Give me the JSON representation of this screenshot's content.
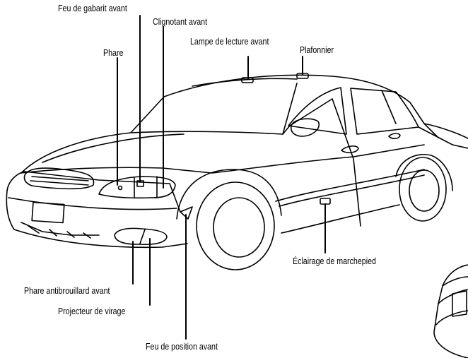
{
  "labels": {
    "side_marker_front": "Feu de gabarit avant",
    "turn_signal_front": "Clignotant avant",
    "reading_lamp_front": "Lampe de lecture avant",
    "headlight": "Phare",
    "dome_light": "Plafonnier",
    "step_light": "Éclairage de marchepied",
    "fog_light_front": "Phare antibrouillard avant",
    "cornering_light": "Projecteur de virage",
    "position_light_front": "Feu de position avant"
  },
  "colors": {
    "ink": "#000000",
    "paper": "#ffffff"
  }
}
